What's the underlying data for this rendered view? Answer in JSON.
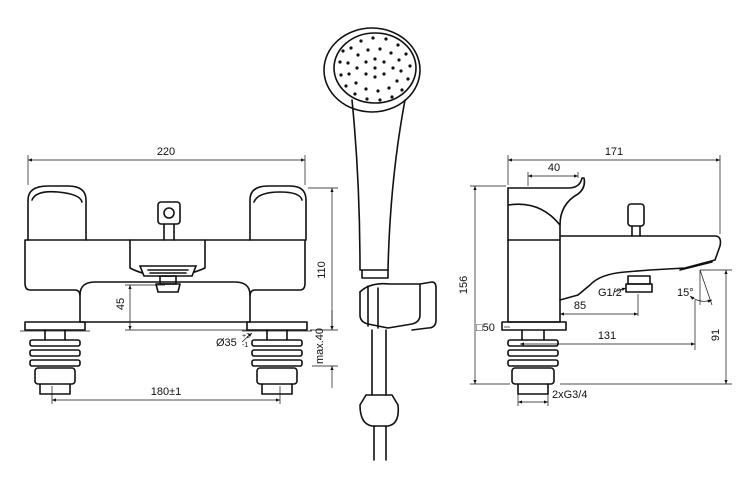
{
  "front_view": {
    "width_dim": "220",
    "height_dim": "110",
    "spout_dim": "45",
    "hole_dim": "Ø35",
    "hole_tol_upper": "+2",
    "hole_tol_lower": "-1",
    "deck_dim": "max.40",
    "centres_dim": "180±1"
  },
  "side_view": {
    "depth_dim": "171",
    "handle_dim": "40",
    "height_dim": "156",
    "outlet_thread": "G1/2",
    "outlet_dim": "85",
    "angle_dim": "15°",
    "hole_dim": "□50",
    "spout_dim": "131",
    "base_dim": "91",
    "tail_thread": "2xG3/4"
  }
}
